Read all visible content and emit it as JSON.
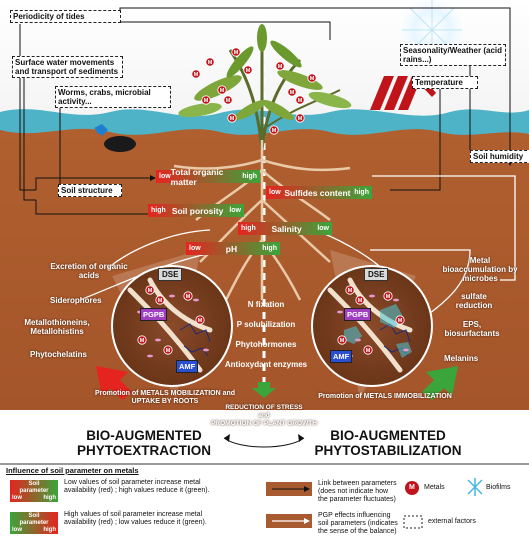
{
  "external_factors": {
    "periodicity": "Periodicity of tides",
    "surface_water": "Surface water movements and transport of sediments",
    "worms": "Worms, crabs, microbial activity...",
    "seasonality": "Seasonality/Weather (acid rains...)",
    "temperature": "Temperature",
    "soil_humidity": "Soil humidity",
    "soil_structure": "Soil structure"
  },
  "parameters": {
    "low": "low",
    "high": "high",
    "toc": "Total organic matter",
    "sulfides": "Sulfides content",
    "porosity": "Soil porosity",
    "salinity": "Salinity",
    "ph": "pH"
  },
  "left_effects": {
    "excretion": "Excretion of organic acids",
    "siderophores": "Siderophores",
    "metallothioneins": "Metallothioneins, Metallohistins",
    "phytochelatins": "Phytochelatins"
  },
  "right_effects": {
    "bioaccumulation": "Metal bioaccumulation by microbes",
    "sulfate": "sulfate reduction",
    "eps": "EPS, biosurfactants",
    "melanins": "Melanins"
  },
  "center_effects": {
    "n_fixation": "N fixation",
    "p_solubilization": "P solubilization",
    "phytohormones": "Phytohormones",
    "antioxidant": "Antioxydant enzymes"
  },
  "microbes": {
    "dse": "DSE",
    "pgpb": "PGPB",
    "amf": "AMF",
    "metal_symbol": "M"
  },
  "outcomes": {
    "left_promotion": "Promotion of METALS MOBILIZATION and UPTAKE BY ROOTS",
    "right_promotion": "Promotion of METALS IMMOBILIZATION",
    "stress_line1": "REDUCTION OF STRESS",
    "stress_line2": "and",
    "stress_line3": "PROMOTION OF PLANT GROWTH",
    "left_title_1": "BIO-AUGMENTED",
    "left_title_2": "PHYTOEXTRACTION",
    "right_title_1": "BIO-AUGMENTED",
    "right_title_2": "PHYTOSTABILIZATION"
  },
  "legend": {
    "heading": "Influence of soil parameter on metals",
    "soil_param_1": "Soil",
    "soil_param_2": "parameter",
    "low": "low",
    "high": "high",
    "text_red_green": "Low values of soil parameter increase metal availability (red) ; high values reduce it (green).",
    "text_green_red": "High values of soil parameter increase metal availability (red) ; low values reduce it (green).",
    "link_text": "Link between parameters (does not indicate how the parameter fluctuates)",
    "pgp_text": "PGP effects influencing soil parameters (indicates the sense of the balance)",
    "metals": "Metals",
    "biofilms": "Biofilms",
    "external": "external factors"
  },
  "colors": {
    "sky": "#ffffff",
    "water": "#4fb3c8",
    "soil": "#a85a30",
    "soil_dark": "#7a3a18",
    "red": "#e52420",
    "green": "#3aa53a",
    "chevron": "#c0141a"
  }
}
